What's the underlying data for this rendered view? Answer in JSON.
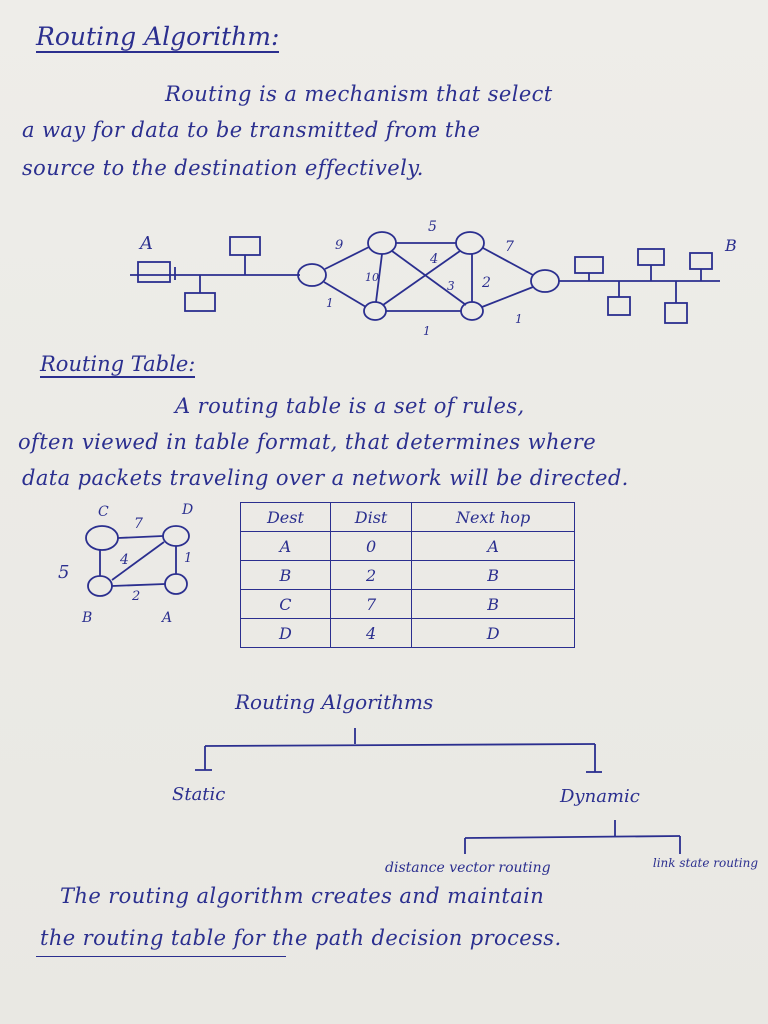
{
  "page": {
    "title": "Routing Algorithm:",
    "intro_lines": [
      "Routing is a mechanism that select",
      "a way for data to be transmitted from the",
      "source to the destination effectively."
    ],
    "network_diagram": {
      "labels": {
        "left": "A",
        "right": "B"
      },
      "weights": [
        "9",
        "5",
        "7",
        "10",
        "4",
        "3",
        "2",
        "1",
        "1",
        "1"
      ]
    },
    "table_heading": "Routing Table:",
    "table_desc_lines": [
      "A routing table is a set of rules,",
      "often viewed in table format, that determines where",
      "data packets traveling over a network will be directed."
    ],
    "small_graph": {
      "nodes": [
        "C",
        "D",
        "B",
        "A"
      ],
      "weights": [
        "7",
        "4",
        "1",
        "5",
        "2"
      ]
    },
    "routing_table": {
      "headers": [
        "Dest",
        "Dist",
        "Next hop"
      ],
      "rows": [
        [
          "A",
          "0",
          "A"
        ],
        [
          "B",
          "2",
          "B"
        ],
        [
          "C",
          "7",
          "B"
        ],
        [
          "D",
          "4",
          "D"
        ]
      ]
    },
    "tree": {
      "root": "Routing Algorithms",
      "left": "Static",
      "right": "Dynamic",
      "right_children": [
        "distance vector routing",
        "link state routing"
      ]
    },
    "conclusion_lines": [
      "The routing algorithm creates and maintain",
      "the routing table for the path decision process."
    ]
  }
}
